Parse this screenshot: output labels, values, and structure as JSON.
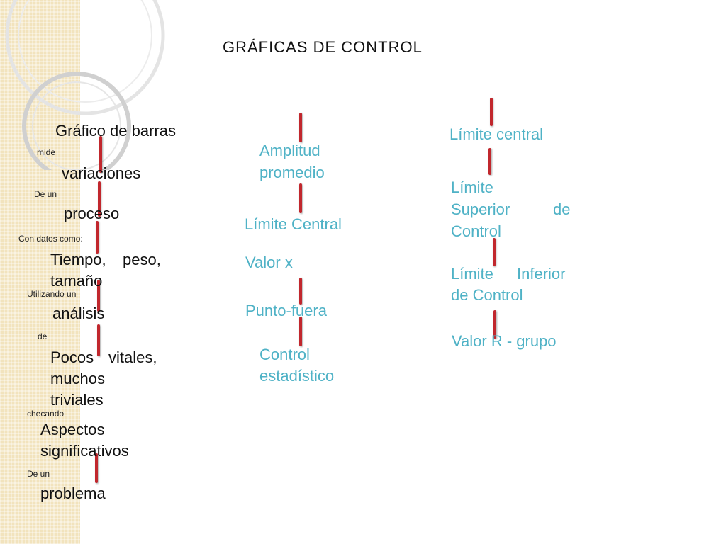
{
  "title": "GRÁFICAS DE CONTROL",
  "left_chain": {
    "n1": "Gráfico de barras",
    "c1": "mide",
    "n2": "variaciones",
    "c2": "De un",
    "n3": "proceso",
    "c3": "Con datos como:",
    "n4a": "Tiempo,",
    "n4b": "peso,",
    "n4c": "tamaño",
    "c4": "Utilizando un",
    "n5": "análisis",
    "c5": "de",
    "n6a": "Pocos",
    "n6b": "vitales,",
    "n6c": "muchos",
    "n6d": "triviales",
    "c6": "checando",
    "n7a": "Aspectos",
    "n7b": "significativos",
    "c7": "De un",
    "n8": "problema"
  },
  "middle_chain": {
    "n1a": "Amplitud",
    "n1b": "promedio",
    "n2": "Límite Central",
    "n3": "Valor x",
    "n4": "Punto-fuera",
    "n5a": "Control",
    "n5b": "estadístico"
  },
  "right_chain": {
    "n1": "Límite central",
    "n2a": "Límite",
    "n2b": "Superior",
    "n2c": "de",
    "n2d": "Control",
    "n3a": "Límite",
    "n3b": "Inferior",
    "n3c": "de Control",
    "n4": "Valor R - grupo"
  },
  "colors": {
    "connector": "#c1272d",
    "teal_text": "#4fb2c6",
    "strip": "#f2e3bd"
  }
}
